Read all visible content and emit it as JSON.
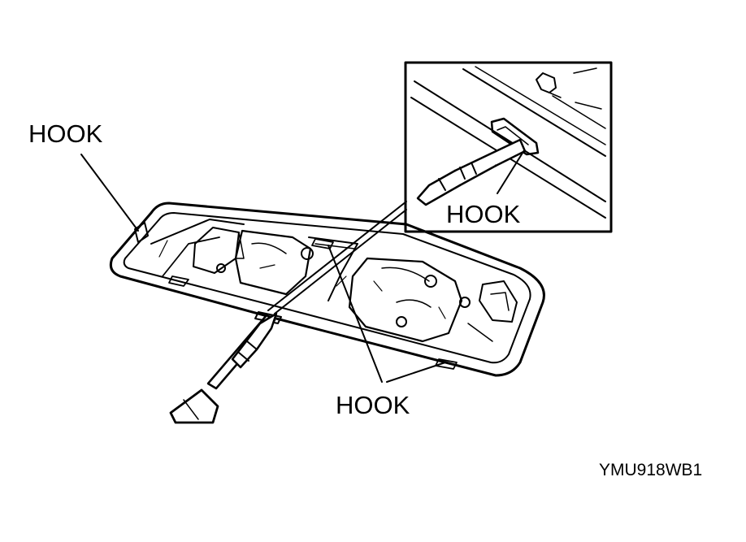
{
  "labels": {
    "hook_left": "HOOK",
    "hook_inset": "HOOK",
    "hook_bottom": "HOOK"
  },
  "figure_code": "YMU918WB1",
  "colors": {
    "ink": "#000000",
    "paper": "#ffffff"
  }
}
